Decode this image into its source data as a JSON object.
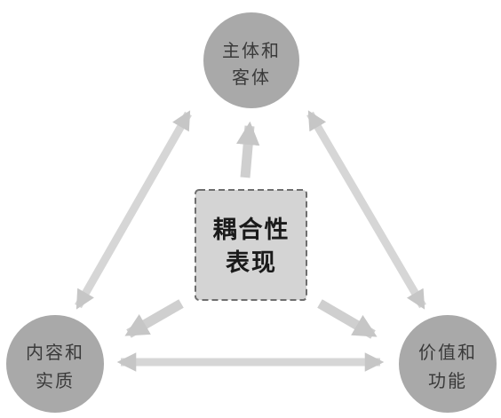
{
  "center": {
    "line1": "耦合性",
    "line2": "表现"
  },
  "nodes": {
    "top": {
      "line1": "主体和",
      "line2": "客体"
    },
    "left": {
      "line1": "内容和",
      "line2": "实质"
    },
    "right": {
      "line1": "价值和",
      "line2": "功能"
    }
  },
  "colors": {
    "circle_fill": "#a9a9a9",
    "box_fill": "#d4d4d4",
    "box_border": "#6e6e6e",
    "arrow_color": "#d2d2d2",
    "arrow_head": "#c4c4c4"
  }
}
